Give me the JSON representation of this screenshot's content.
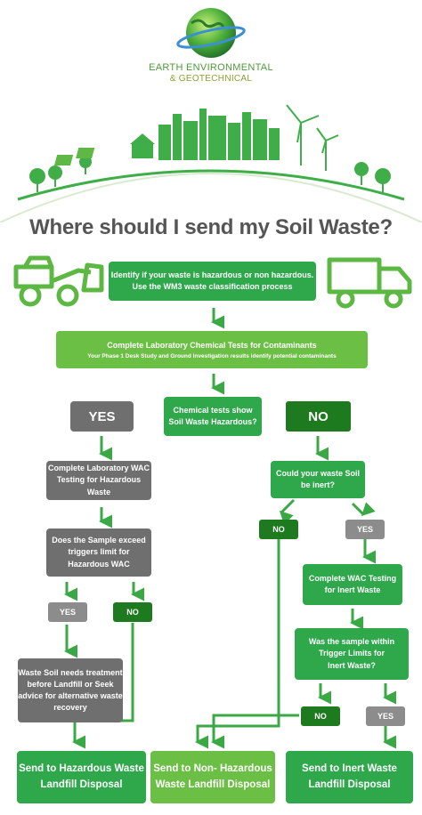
{
  "brand": {
    "name_line1": "EARTH ENVIRONMENTAL",
    "name_line2": "& GEOTECHNICAL"
  },
  "title": "Where should I send my Soil Waste?",
  "colors": {
    "primary_green": "#2ea84a",
    "light_green": "#6cbf45",
    "dark_green": "#1e7a1e",
    "grey": "#6f6f6f",
    "title_grey": "#555555"
  },
  "icons": [
    "globe-logo-icon",
    "city-skyline-icon",
    "wind-turbine-icon",
    "bulldozer-icon",
    "truck-icon",
    "arrow-down-icon"
  ],
  "nodes": {
    "identify_l1": "Identify if your waste is hazardous or non hazardous.",
    "identify_l2": "Use the WM3 waste classification process",
    "lab_l1": "Complete Laboratory Chemical Tests for Contaminants",
    "lab_l2": "Your Phase 1 Desk Study and Ground Investigation results identify potential contaminants",
    "chem_l1": "Chemical tests show",
    "chem_l2": "Soil Waste Hazardous?",
    "yes_big": "YES",
    "no_big": "NO",
    "wac_haz_l1": "Complete Laboratory WAC",
    "wac_haz_l2": "Testing for Hazardous Waste",
    "exceed_l1": "Does the Sample exceed",
    "exceed_l2": "triggers limit for",
    "exceed_l3": "Hazardous WAC",
    "yes_small_left": "YES",
    "no_small_left": "NO",
    "treat_l1": "Waste Soil needs treatment",
    "treat_l2": "before Landfill or Seek",
    "treat_l3": "advice for alternative waste",
    "treat_l4": "recovery",
    "inert_q_l1": "Could your waste Soil",
    "inert_q_l2": "be inert?",
    "no_small_mid": "NO",
    "yes_small_right": "YES",
    "wac_inert_l1": "Complete WAC Testing",
    "wac_inert_l2": "for Inert Waste",
    "within_l1": "Was the sample within",
    "within_l2": "Trigger Limits for",
    "within_l3": "Inert Waste?",
    "no_small_bottom": "NO",
    "yes_small_bottom": "YES",
    "haz_landfill_l1": "Send to Hazardous Waste",
    "haz_landfill_l2": "Landfill Disposal",
    "nonhaz_landfill_l1": "Send to Non- Hazardous",
    "nonhaz_landfill_l2": "Waste Landfill Disposal",
    "inert_landfill_l1": "Send to Inert Waste",
    "inert_landfill_l2": "Landfill Disposal"
  }
}
